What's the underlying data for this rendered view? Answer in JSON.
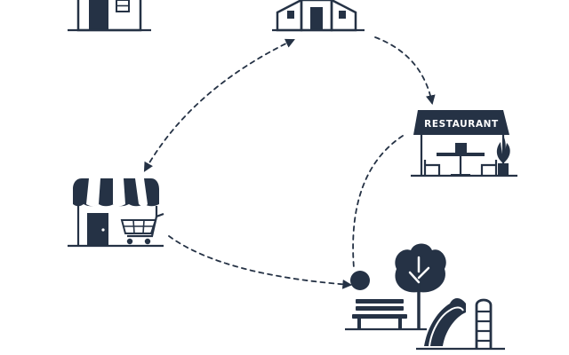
{
  "colors": {
    "ink": "#253245",
    "background": "#ffffff",
    "awning_light": "#ffffff"
  },
  "restaurant": {
    "sign": "RESTAURANT"
  },
  "icons": {
    "house": "house-icon",
    "twin_houses": "twin-houses-icon",
    "restaurant": "restaurant-icon",
    "shop": "grocery-store-icon",
    "park": "park-icon"
  },
  "routes": [
    "house-to-shop",
    "shop-to-house",
    "house-to-restaurant",
    "restaurant-to-park",
    "shop-to-park"
  ]
}
